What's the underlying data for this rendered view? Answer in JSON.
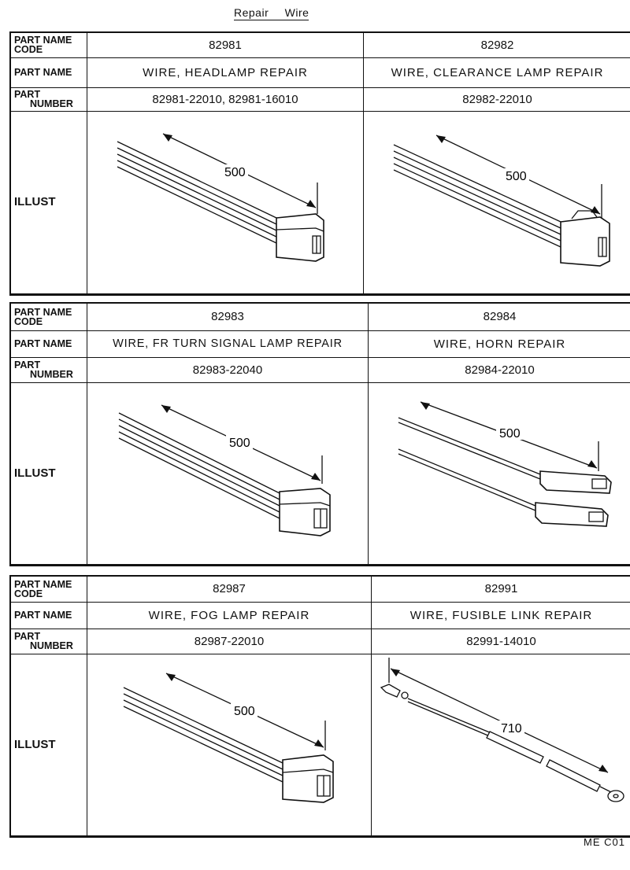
{
  "title": {
    "word1": "Repair",
    "word2": "Wire"
  },
  "labels": {
    "code": "PART NAME CODE",
    "code_l1": "PART NAME",
    "code_l2": "CODE",
    "name": "PART NAME",
    "number_l1": "PART",
    "number_l2": "NUMBER",
    "illust": "ILLUST"
  },
  "blocks": [
    {
      "left": {
        "code": "82981",
        "name": "WIRE, HEADLAMP REPAIR",
        "number": "82981-22010, 82981-16010",
        "length": "500"
      },
      "right": {
        "code": "82982",
        "name": "WIRE, CLEARANCE LAMP REPAIR",
        "number": "82982-22010",
        "length": "500"
      }
    },
    {
      "left": {
        "code": "82983",
        "name": "WIRE, FR TURN SIGNAL LAMP REPAIR",
        "number": "82983-22040",
        "length": "500"
      },
      "right": {
        "code": "82984",
        "name": "WIRE, HORN REPAIR",
        "number": "82984-22010",
        "length": "500"
      }
    },
    {
      "left": {
        "code": "82987",
        "name": "WIRE, FOG LAMP REPAIR",
        "number": "82987-22010",
        "length": "500"
      },
      "right": {
        "code": "82991",
        "name": "WIRE, FUSIBLE LINK REPAIR",
        "number": "82991-14010",
        "length": "710"
      }
    }
  ],
  "footer": {
    "code": "ME C01"
  }
}
